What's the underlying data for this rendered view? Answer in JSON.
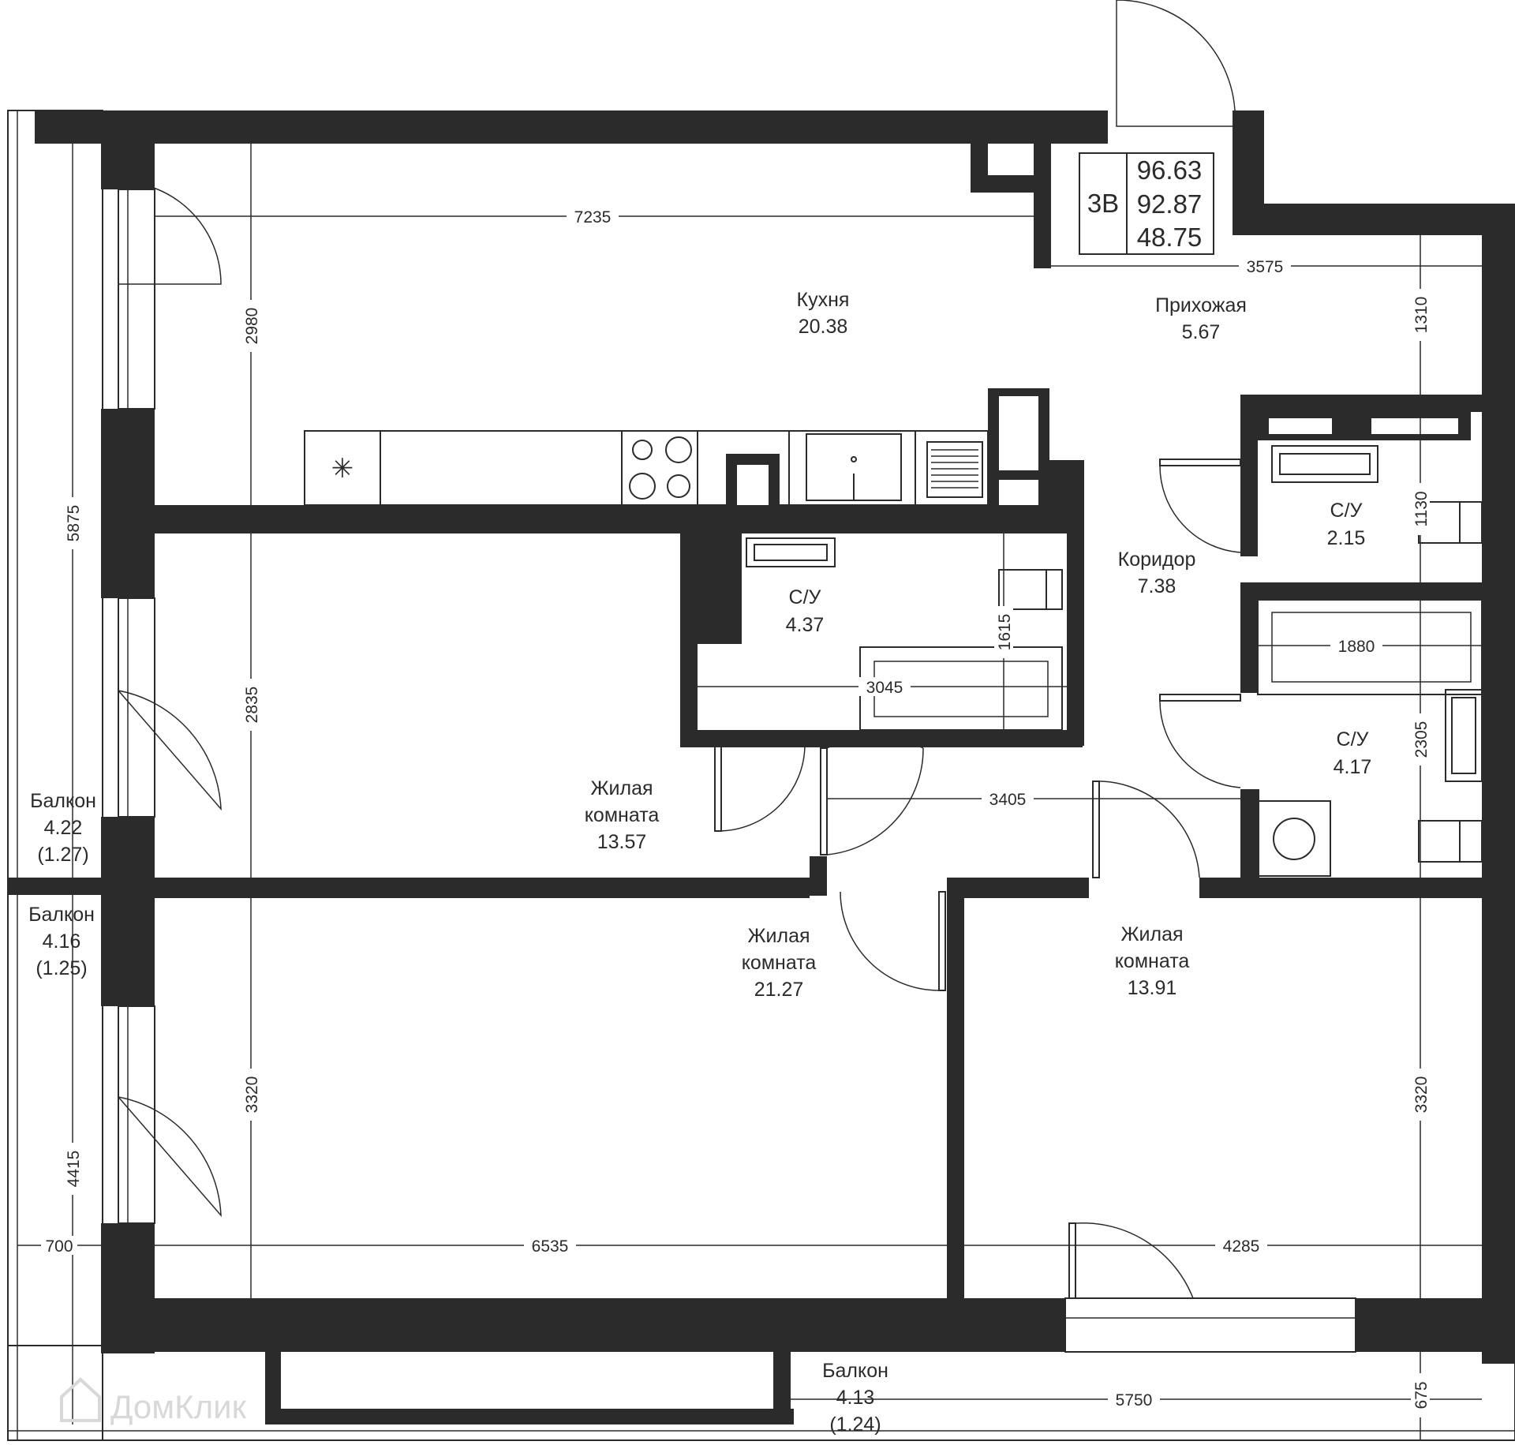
{
  "summary": {
    "type": "3В",
    "area_total": "96.63",
    "area_living_total": "92.87",
    "area_living": "48.75"
  },
  "rooms": {
    "kitchen": {
      "name": "Кухня",
      "area": "20.38"
    },
    "hall": {
      "name": "Прихожая",
      "area": "5.67"
    },
    "corridor": {
      "name": "Коридор",
      "area": "7.38"
    },
    "bath1": {
      "name": "С/У",
      "area": "4.37"
    },
    "bath2": {
      "name": "С/У",
      "area": "2.15"
    },
    "bath3": {
      "name": "С/У",
      "area": "4.17"
    },
    "room1": {
      "name_l1": "Жилая",
      "name_l2": "комната",
      "area": "13.57"
    },
    "room2": {
      "name_l1": "Жилая",
      "name_l2": "комната",
      "area": "21.27"
    },
    "room3": {
      "name_l1": "Жилая",
      "name_l2": "комната",
      "area": "13.91"
    },
    "balcony1": {
      "name": "Балкон",
      "area": "4.22",
      "area_reduced": "(1.27)"
    },
    "balcony2": {
      "name": "Балкон",
      "area": "4.16",
      "area_reduced": "(1.25)"
    },
    "balcony3": {
      "name": "Балкон",
      "area": "4.13",
      "area_reduced": "(1.24)"
    }
  },
  "dimensions": {
    "kitchen_width": "7235",
    "kitchen_depth": "2980",
    "hall_width": "3575",
    "hall_depth": "1310",
    "left_total_upper": "5875",
    "left_total_lower": "4415",
    "room1_depth": "2835",
    "bath1_width": "3045",
    "bath1_depth": "1615",
    "bath2_depth": "1130",
    "bath3_width": "1880",
    "bath3_depth": "2305",
    "corridor_width": "3405",
    "room2_depth": "3320",
    "room2_width": "6535",
    "room3_depth": "3320",
    "room3_width": "4285",
    "balcony_left_width": "700",
    "balcony_bottom_width": "5750",
    "balcony_bottom_depth": "675"
  },
  "watermark": "ДомКлик"
}
